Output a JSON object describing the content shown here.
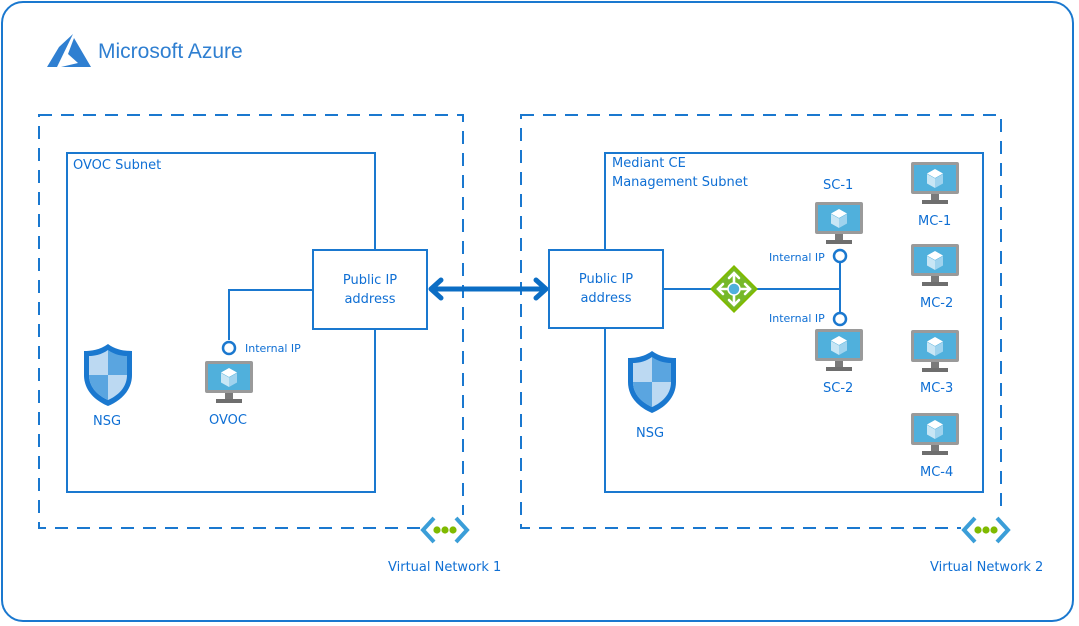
{
  "brand": {
    "name": "Microsoft Azure",
    "icon": "azure-logo-icon"
  },
  "colors": {
    "primary": "#1a78cf",
    "text": "#0f6fd4",
    "vnet_green": "#7fba00",
    "lb_green": "#76b82a"
  },
  "vnet1": {
    "label": "Virtual Network 1",
    "subnet": {
      "label": "OVOC Subnet",
      "public_ip": {
        "line1": "Public IP",
        "line2": "address"
      },
      "nsg_label": "NSG",
      "vm": {
        "label": "OVOC",
        "ip_label": "Internal IP"
      }
    }
  },
  "vnet2": {
    "label": "Virtual Network 2",
    "subnet": {
      "label_line1": "Mediant CE",
      "label_line2": "Management Subnet",
      "public_ip": {
        "line1": "Public IP",
        "line2": "address"
      },
      "nsg_label": "NSG",
      "load_balancer": "load-balancer-icon",
      "sc_vms": [
        {
          "label": "SC-1",
          "ip_label": "Internal IP"
        },
        {
          "label": "SC-2",
          "ip_label": "Internal IP"
        }
      ],
      "mc_vms": [
        {
          "label": "MC-1"
        },
        {
          "label": "MC-2"
        },
        {
          "label": "MC-3"
        },
        {
          "label": "MC-4"
        }
      ]
    }
  },
  "connection": {
    "type": "bidirectional-arrow"
  }
}
